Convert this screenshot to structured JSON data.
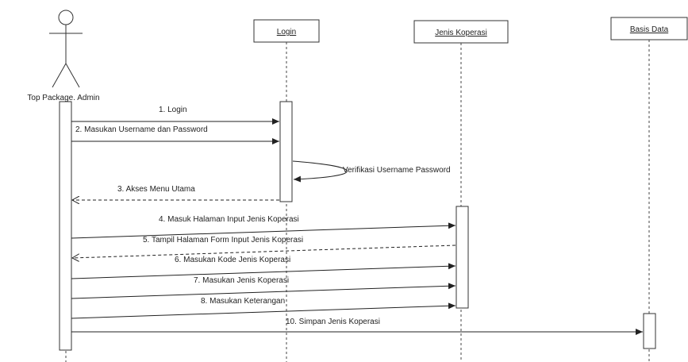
{
  "actor": {
    "label": "Top Package. Admin"
  },
  "objects": [
    {
      "id": "login",
      "label": "Login"
    },
    {
      "id": "jenis",
      "label": "Jenis Koperasi"
    },
    {
      "id": "basis",
      "label": "Basis Data"
    }
  ],
  "messages": [
    {
      "n": "1",
      "text": "1. Login"
    },
    {
      "n": "2",
      "text": "2. Masukan Username dan Password"
    },
    {
      "n": "self",
      "text": "Verifikasi Username Password"
    },
    {
      "n": "3",
      "text": "3. Akses Menu Utama"
    },
    {
      "n": "4",
      "text": "4. Masuk Halaman Input Jenis Koperasi"
    },
    {
      "n": "5",
      "text": "5. Tampil Halaman Form Input Jenis Koperasi"
    },
    {
      "n": "6",
      "text": "6. Masukan Kode Jenis Koperasi"
    },
    {
      "n": "7",
      "text": "7. Masukan Jenis Koperasi"
    },
    {
      "n": "8",
      "text": "8. Masukan Keterangan"
    },
    {
      "n": "10",
      "text": "10. Simpan Jenis Koperasi"
    }
  ]
}
